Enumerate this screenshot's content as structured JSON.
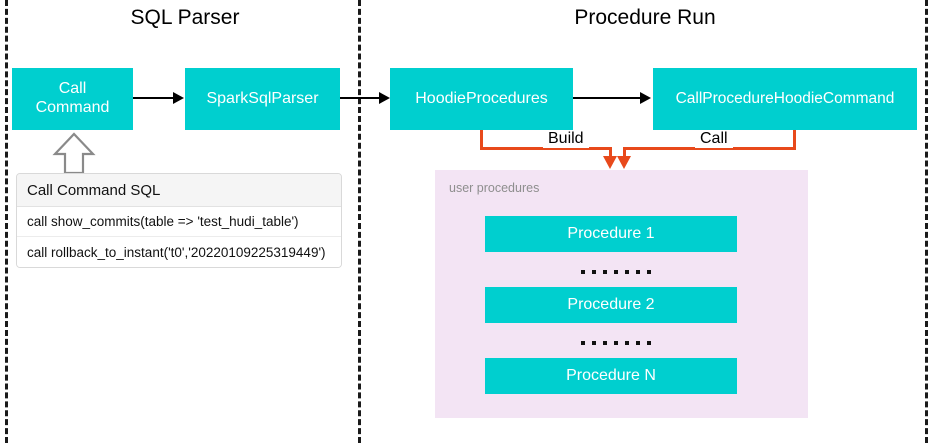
{
  "diagram": {
    "sections": [
      {
        "title": "SQL Parser"
      },
      {
        "title": "Procedure Run"
      }
    ],
    "nodes": {
      "call_command": "Call\nCommand",
      "spark_sql_parser": "SparkSqlParser",
      "hoodie_procedures": "HoodieProcedures",
      "call_procedure_hoodie_command": "CallProcedureHoodieCommand"
    },
    "connectors": {
      "build_label": "Build",
      "call_label": "Call"
    },
    "sql_table": {
      "header": "Call Command SQL",
      "rows": [
        "call show_commits(table => 'test_hudi_table')",
        "call rollback_to_instant('t0','20220109225319449')"
      ]
    },
    "procedures_panel": {
      "label": "user procedures",
      "items": [
        "Procedure 1",
        "Procedure 2",
        "Procedure N"
      ]
    },
    "colors": {
      "node_fill": "#00CFCF",
      "node_text": "#FFFFFF",
      "panel_fill": "#F3E4F4",
      "connector_orange": "#E8491B",
      "divider": "#1A1A1A",
      "arrow_black": "#000000"
    }
  }
}
